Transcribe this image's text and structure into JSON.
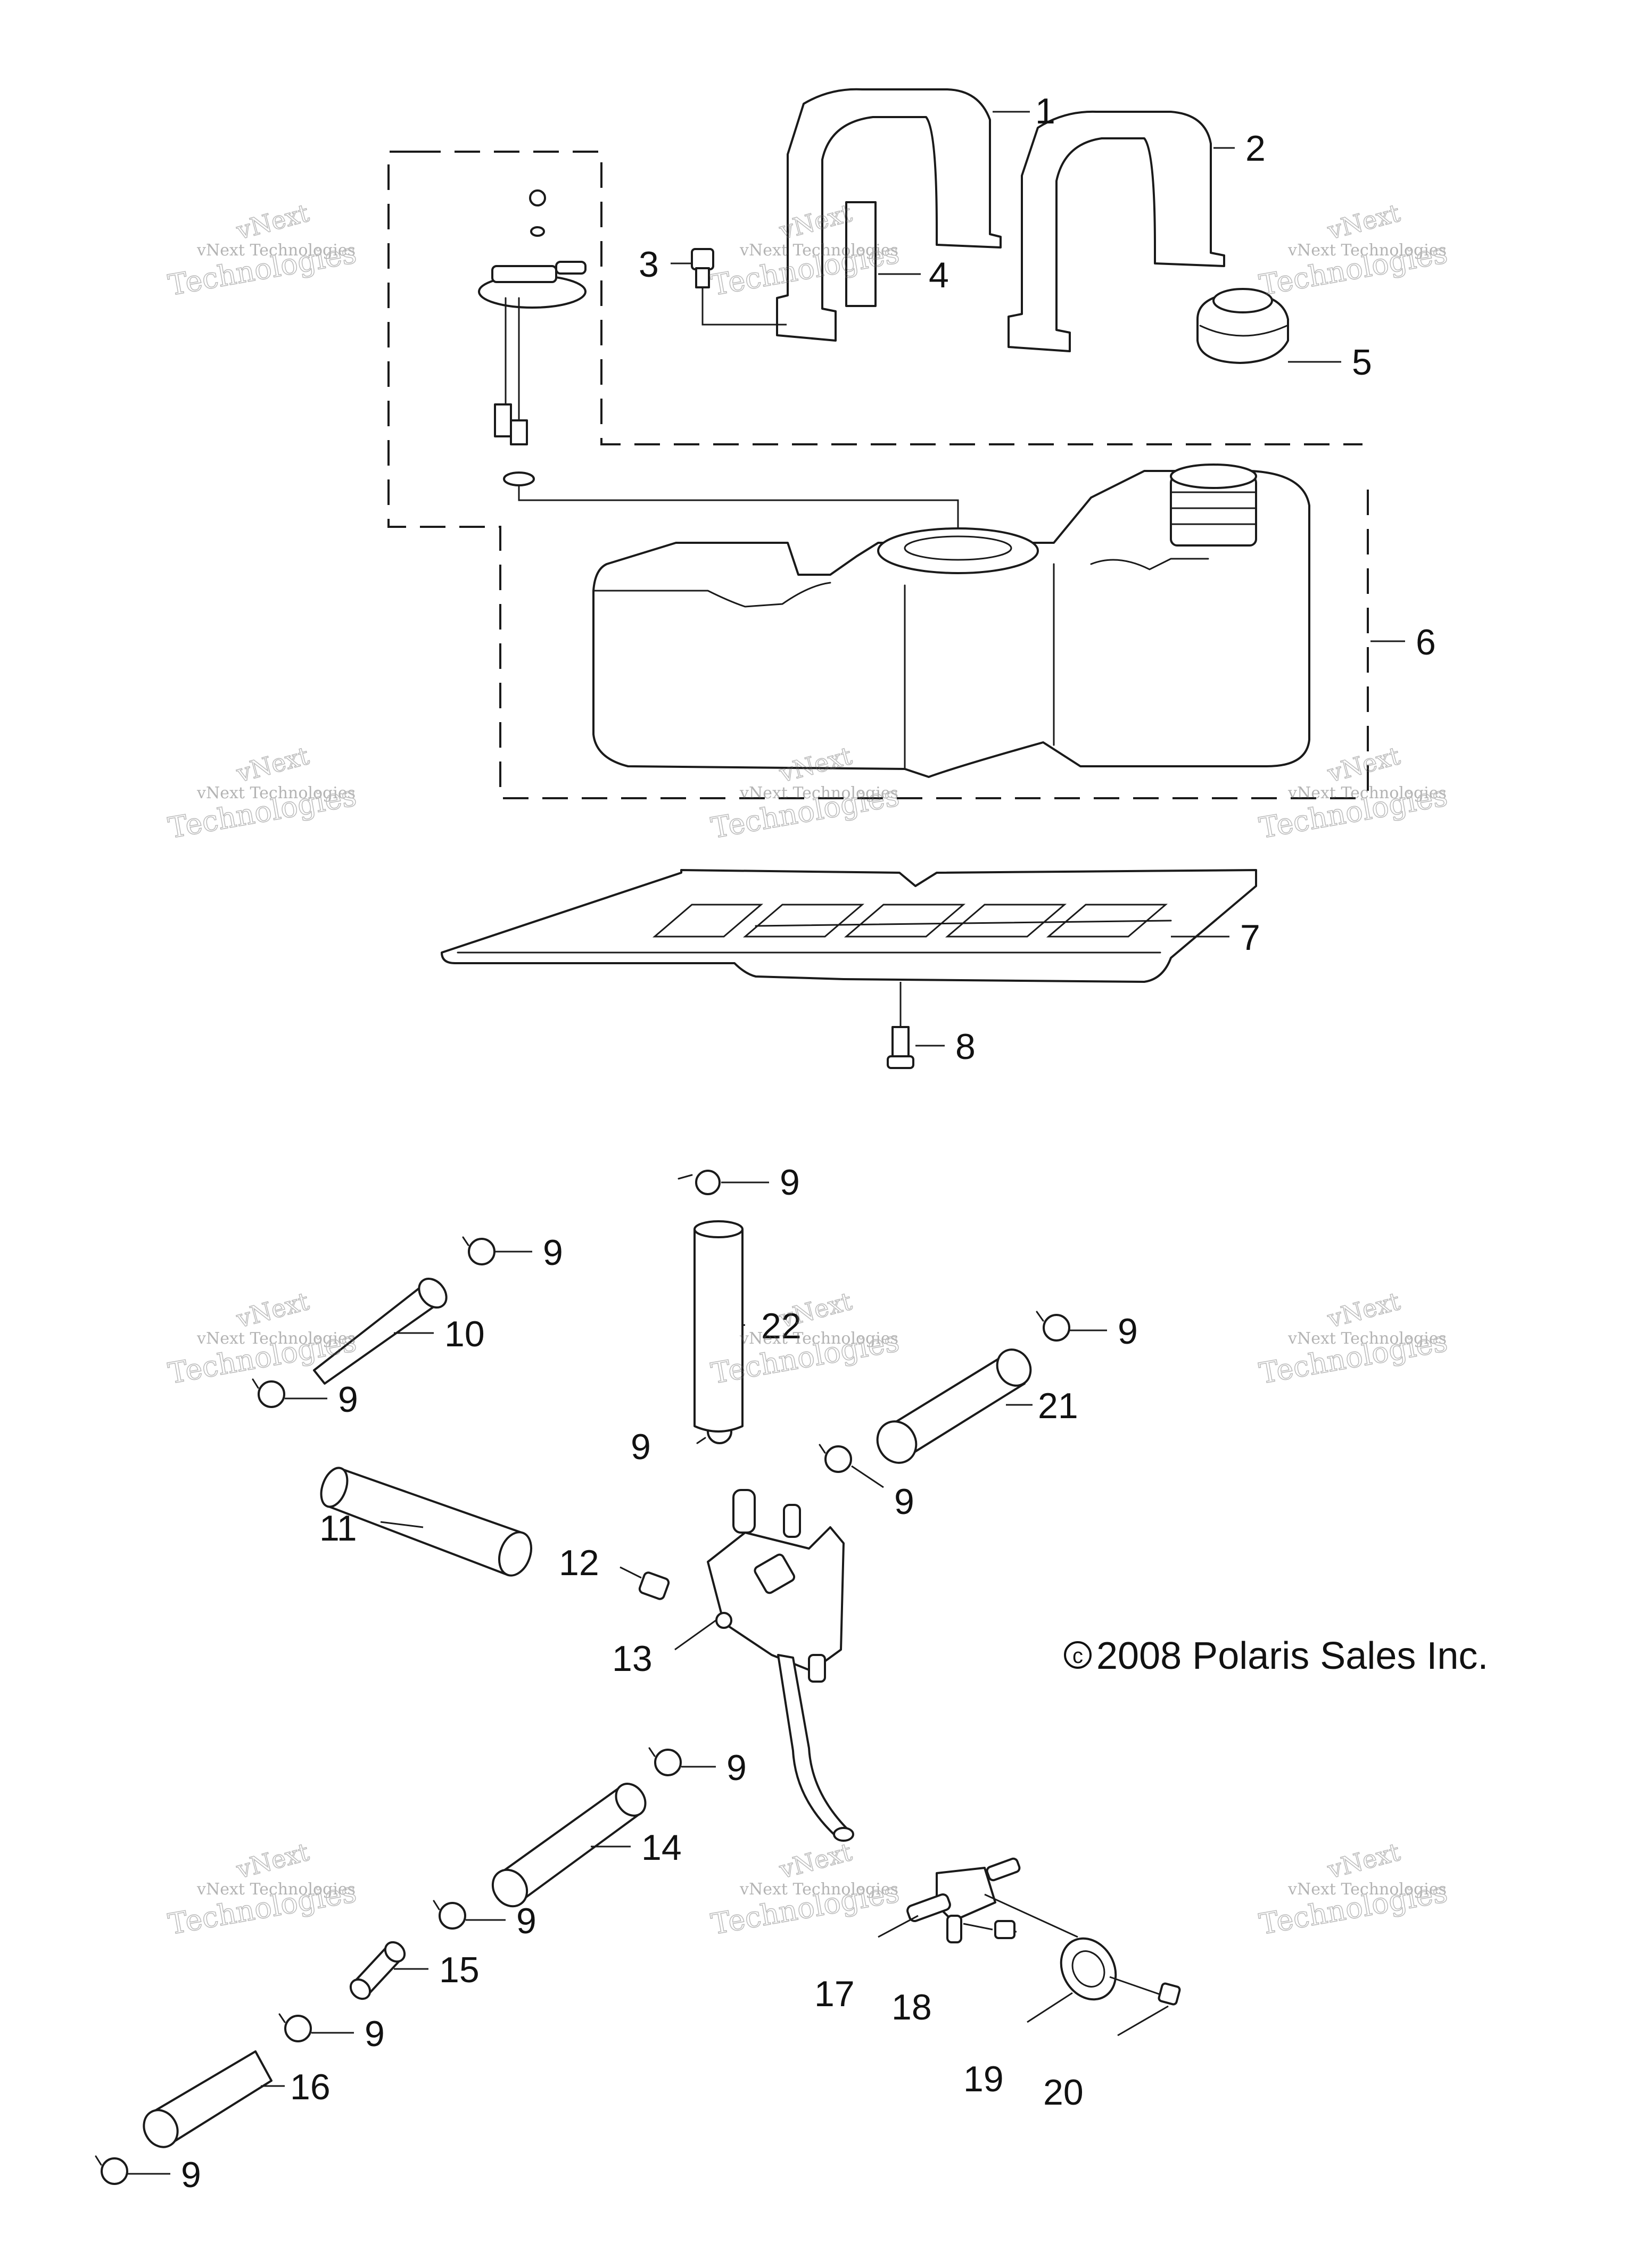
{
  "diagram": {
    "copyright": "2008 Polaris Sales Inc.",
    "copyright_symbol": "c",
    "watermark_line1": "vNext Technologies",
    "watermark_line2": "vNext",
    "watermark_line3": "Technologies"
  },
  "callouts": [
    {
      "id": "c1",
      "label": "1"
    },
    {
      "id": "c2",
      "label": "2"
    },
    {
      "id": "c3",
      "label": "3"
    },
    {
      "id": "c4",
      "label": "4"
    },
    {
      "id": "c5",
      "label": "5"
    },
    {
      "id": "c6",
      "label": "6"
    },
    {
      "id": "c7",
      "label": "7"
    },
    {
      "id": "c8",
      "label": "8"
    },
    {
      "id": "c9a",
      "label": "9"
    },
    {
      "id": "c9b",
      "label": "9"
    },
    {
      "id": "c9c",
      "label": "9"
    },
    {
      "id": "c9d",
      "label": "9"
    },
    {
      "id": "c9e",
      "label": "9"
    },
    {
      "id": "c9f",
      "label": "9"
    },
    {
      "id": "c9g",
      "label": "9"
    },
    {
      "id": "c9h",
      "label": "9"
    },
    {
      "id": "c9i",
      "label": "9"
    },
    {
      "id": "c9j",
      "label": "9"
    },
    {
      "id": "c10",
      "label": "10"
    },
    {
      "id": "c11",
      "label": "11"
    },
    {
      "id": "c12",
      "label": "12"
    },
    {
      "id": "c13",
      "label": "13"
    },
    {
      "id": "c14",
      "label": "14"
    },
    {
      "id": "c15",
      "label": "15"
    },
    {
      "id": "c16",
      "label": "16"
    },
    {
      "id": "c17",
      "label": "17"
    },
    {
      "id": "c18",
      "label": "18"
    },
    {
      "id": "c19",
      "label": "19"
    },
    {
      "id": "c20",
      "label": "20"
    },
    {
      "id": "c21",
      "label": "21"
    },
    {
      "id": "c22",
      "label": "22"
    }
  ]
}
